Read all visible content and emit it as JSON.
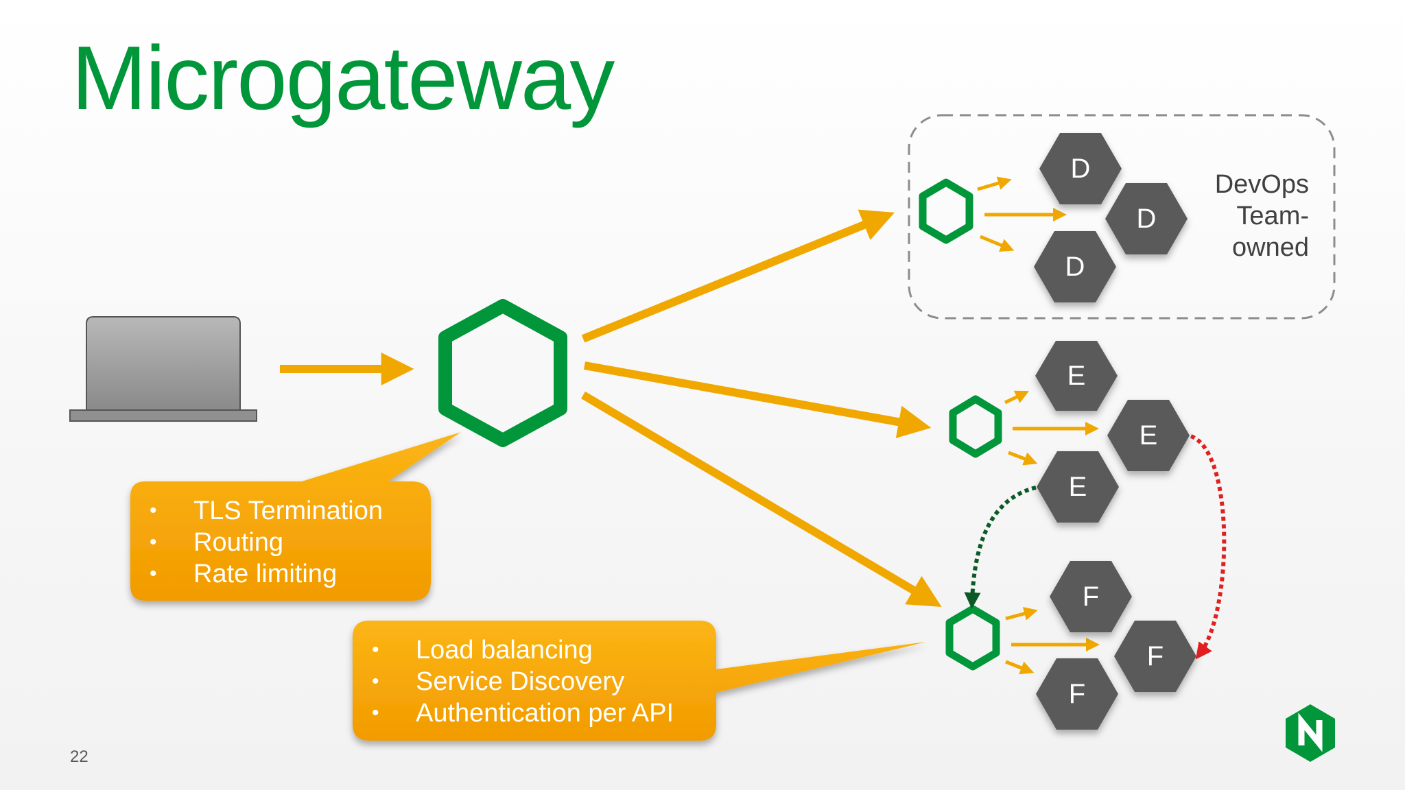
{
  "slide": {
    "title": "Microgateway",
    "page_number": "22"
  },
  "devops_group": {
    "label_lines": [
      "DevOps",
      "Team-",
      "owned"
    ],
    "services": [
      "D",
      "D",
      "D"
    ]
  },
  "service_e": {
    "services": [
      "E",
      "E",
      "E"
    ]
  },
  "service_f": {
    "services": [
      "F",
      "F",
      "F"
    ]
  },
  "callout_edge": {
    "items": [
      "TLS Termination",
      "Routing",
      "Rate limiting"
    ]
  },
  "callout_micro": {
    "items": [
      "Load balancing",
      "Service Discovery",
      "Authentication per API"
    ]
  },
  "colors": {
    "nginx_green": "#009639",
    "arrow_orange": "#f0a800",
    "service_gray": "#5a5a5a",
    "callout_orange": "#f5a800",
    "red_dotted": "#e02020",
    "green_dotted": "#0b5a26"
  },
  "icons": {
    "client": "laptop-icon",
    "logo": "nginx-logo"
  }
}
